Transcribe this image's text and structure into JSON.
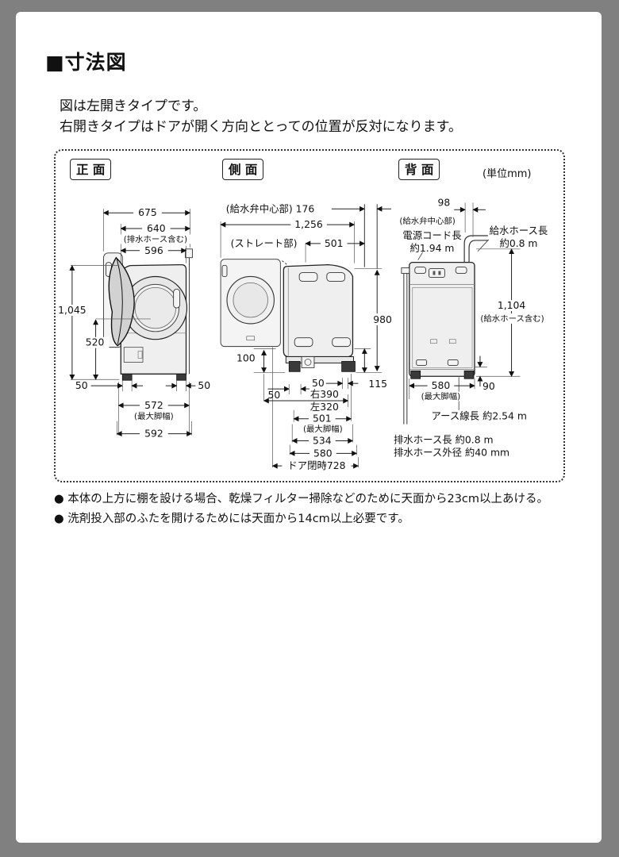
{
  "page": {
    "title": "■寸法図",
    "intro_line1": "図は左開きタイプです。",
    "intro_line2": "右開きタイプはドアが開く方向ととっての位置が反対になります。",
    "unit_label": "(単位mm)",
    "notes": [
      "● 本体の上方に棚を設ける場合、乾燥フィルター掃除などのために天面から23cm以上あける。",
      "● 洗剤投入部のふたを開けるためには天面から14cm以上必要です。"
    ]
  },
  "views": {
    "front": {
      "label": "正 面",
      "dims": {
        "w_total": "675",
        "w_hose": "640",
        "w_hose_note": "(排水ホース含む)",
        "w_body": "596",
        "h_total": "1,045",
        "h_door": "520",
        "foot_left": "50",
        "foot_right": "50",
        "w_feet": "572",
        "w_feet_note": "(最大脚幅)",
        "w_base": "592"
      }
    },
    "side": {
      "label": "側 面",
      "dims": {
        "valve": "(給水弁中心部) 176",
        "depth_open": "1,256",
        "straight_label": "(ストレート部)",
        "straight": "501",
        "h_body": "980",
        "h_step": "100",
        "foot_front": "50",
        "foot_rear": "50",
        "offset_rear": "115",
        "drum_right": "右390",
        "drum_left": "左320",
        "w_feet": "501",
        "w_feet_note": "(最大脚幅)",
        "d_mid": "534",
        "d_body": "580",
        "d_door_closed": "ドア閉時728"
      }
    },
    "back": {
      "label": "背 面",
      "dims": {
        "valve": "98",
        "valve_note": "(給水弁中心部)",
        "cord_label": "電源コード長",
        "cord_value": "約1.94 m",
        "hose_label": "給水ホース長",
        "hose_value": "約0.8 m",
        "h_total": "1,104",
        "h_total_note": "(給水ホース含む)",
        "w_feet": "580",
        "w_feet_note": "(最大脚幅)",
        "offset_bottom": "90",
        "earth": "アース線長 約2.54 m",
        "drain_length": "排水ホース長 約0.8 m",
        "drain_diameter": "排水ホース外径 約40 mm"
      }
    }
  }
}
